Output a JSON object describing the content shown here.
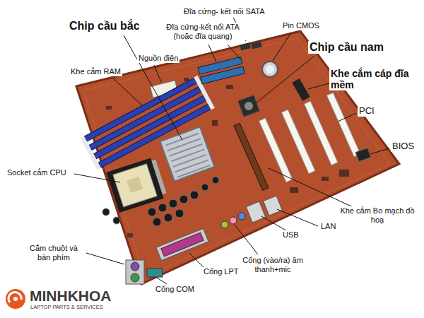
{
  "diagram": {
    "labels": [
      "Đĩa cứng- kết nối SATA",
      "Chip cầu bắc",
      "Đĩa cứng-kết nối ATA (hoặc đĩa quang)",
      "Pin CMOS",
      "Chip cầu nam",
      "Nguồn điện",
      "Khe cắm RAM",
      "Khe cắm cáp đĩa mềm",
      "PCI",
      "BIOS",
      "Socket cắm CPU",
      "Khe cắm Bo mạch đồ hoạ",
      "LAN",
      "USB",
      "Cắm chuột và bàn phím",
      "Cổng (vào/ra) âm thanh+mic",
      "Cổng LPT",
      "Cổng COM",
      "MINHKHOA",
      "LAPTOP PARTS & SERVICES"
    ]
  }
}
